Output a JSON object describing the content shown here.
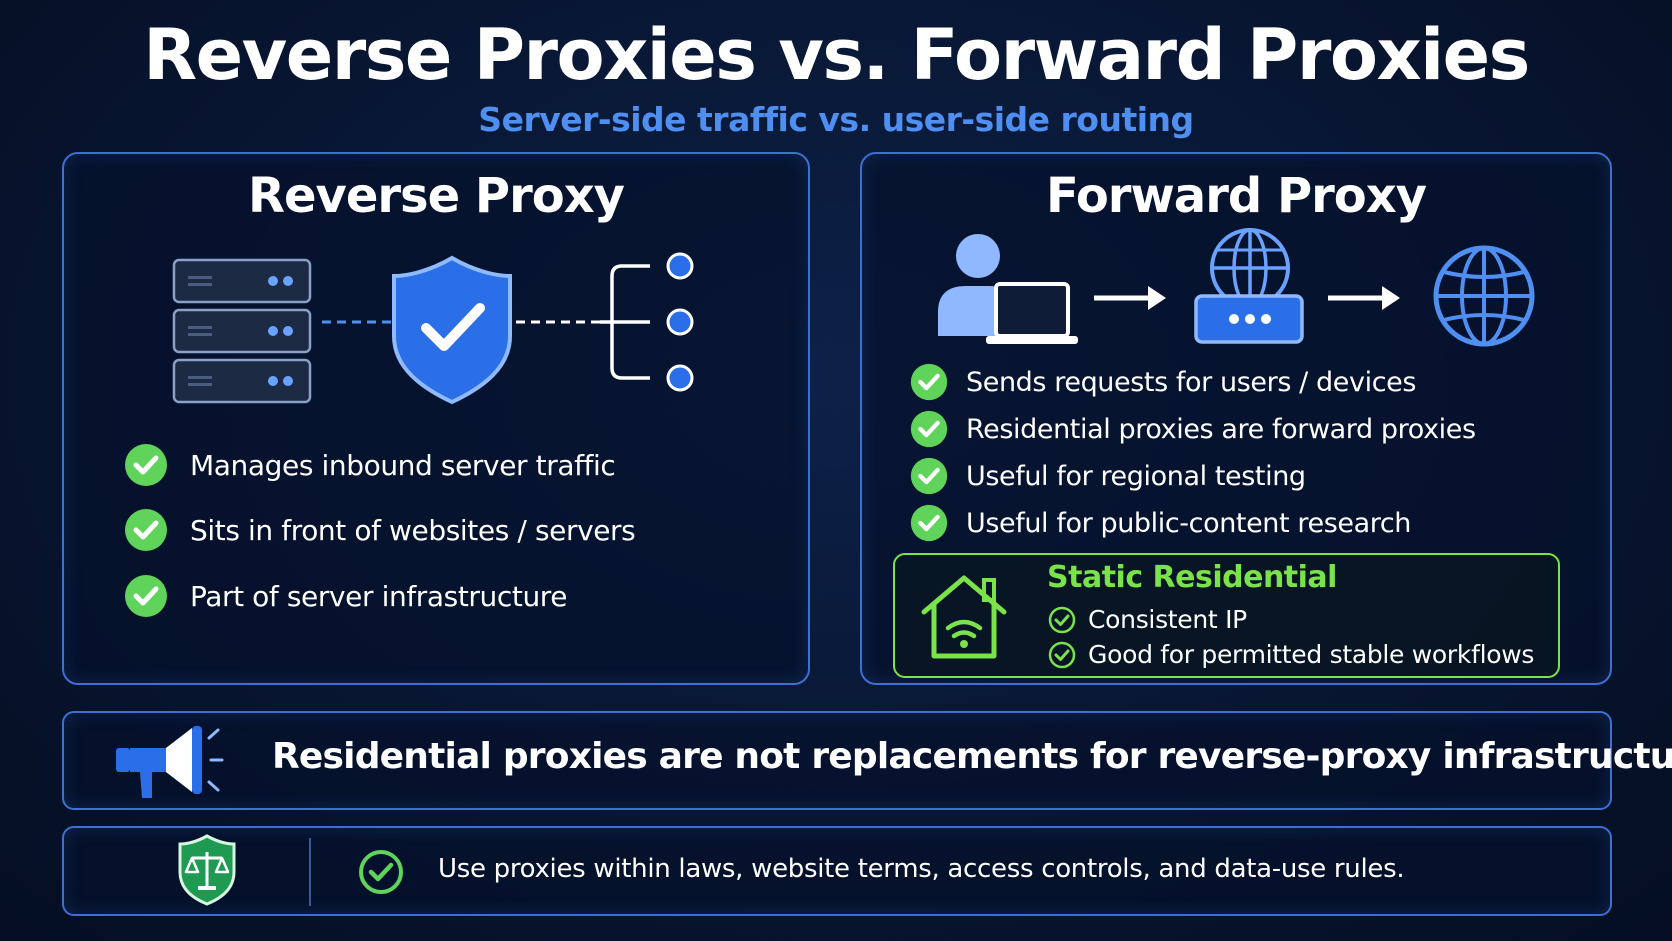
{
  "header": {
    "title": "Reverse Proxies vs. Forward Proxies",
    "subtitle": "Server-side traffic vs. user-side routing"
  },
  "reverse_proxy": {
    "title": "Reverse Proxy",
    "icons": [
      "server-stack-icon",
      "shield-check-icon",
      "branch-nodes-icon"
    ],
    "bullets": [
      "Manages inbound server traffic",
      "Sits in front of websites / servers",
      "Part of server infrastructure"
    ]
  },
  "forward_proxy": {
    "title": "Forward Proxy",
    "icons": [
      "user-laptop-icon",
      "arrow-right-icon",
      "globe-server-icon",
      "arrow-right-icon",
      "globe-icon"
    ],
    "bullets": [
      "Sends requests for users / devices",
      "Residential proxies are forward proxies",
      "Useful for regional testing",
      "Useful for public-content research"
    ],
    "static_residential": {
      "title": "Static Residential",
      "icon": "home-wifi-icon",
      "items": [
        "Consistent IP",
        "Good for permitted stable workflows"
      ]
    }
  },
  "banner": {
    "icon": "megaphone-icon",
    "text": "Residential proxies are not replacements for reverse-proxy infrastructure."
  },
  "footer": {
    "icons": [
      "shield-scales-icon",
      "check-circle-icon"
    ],
    "text": "Use proxies within laws, website terms, access controls, and data-use rules."
  },
  "colors": {
    "background": "#081632",
    "accent_blue": "#4f8ff2",
    "panel_border": "#3f6fd0",
    "check_green": "#5fd35a",
    "static_green": "#7be34a"
  }
}
